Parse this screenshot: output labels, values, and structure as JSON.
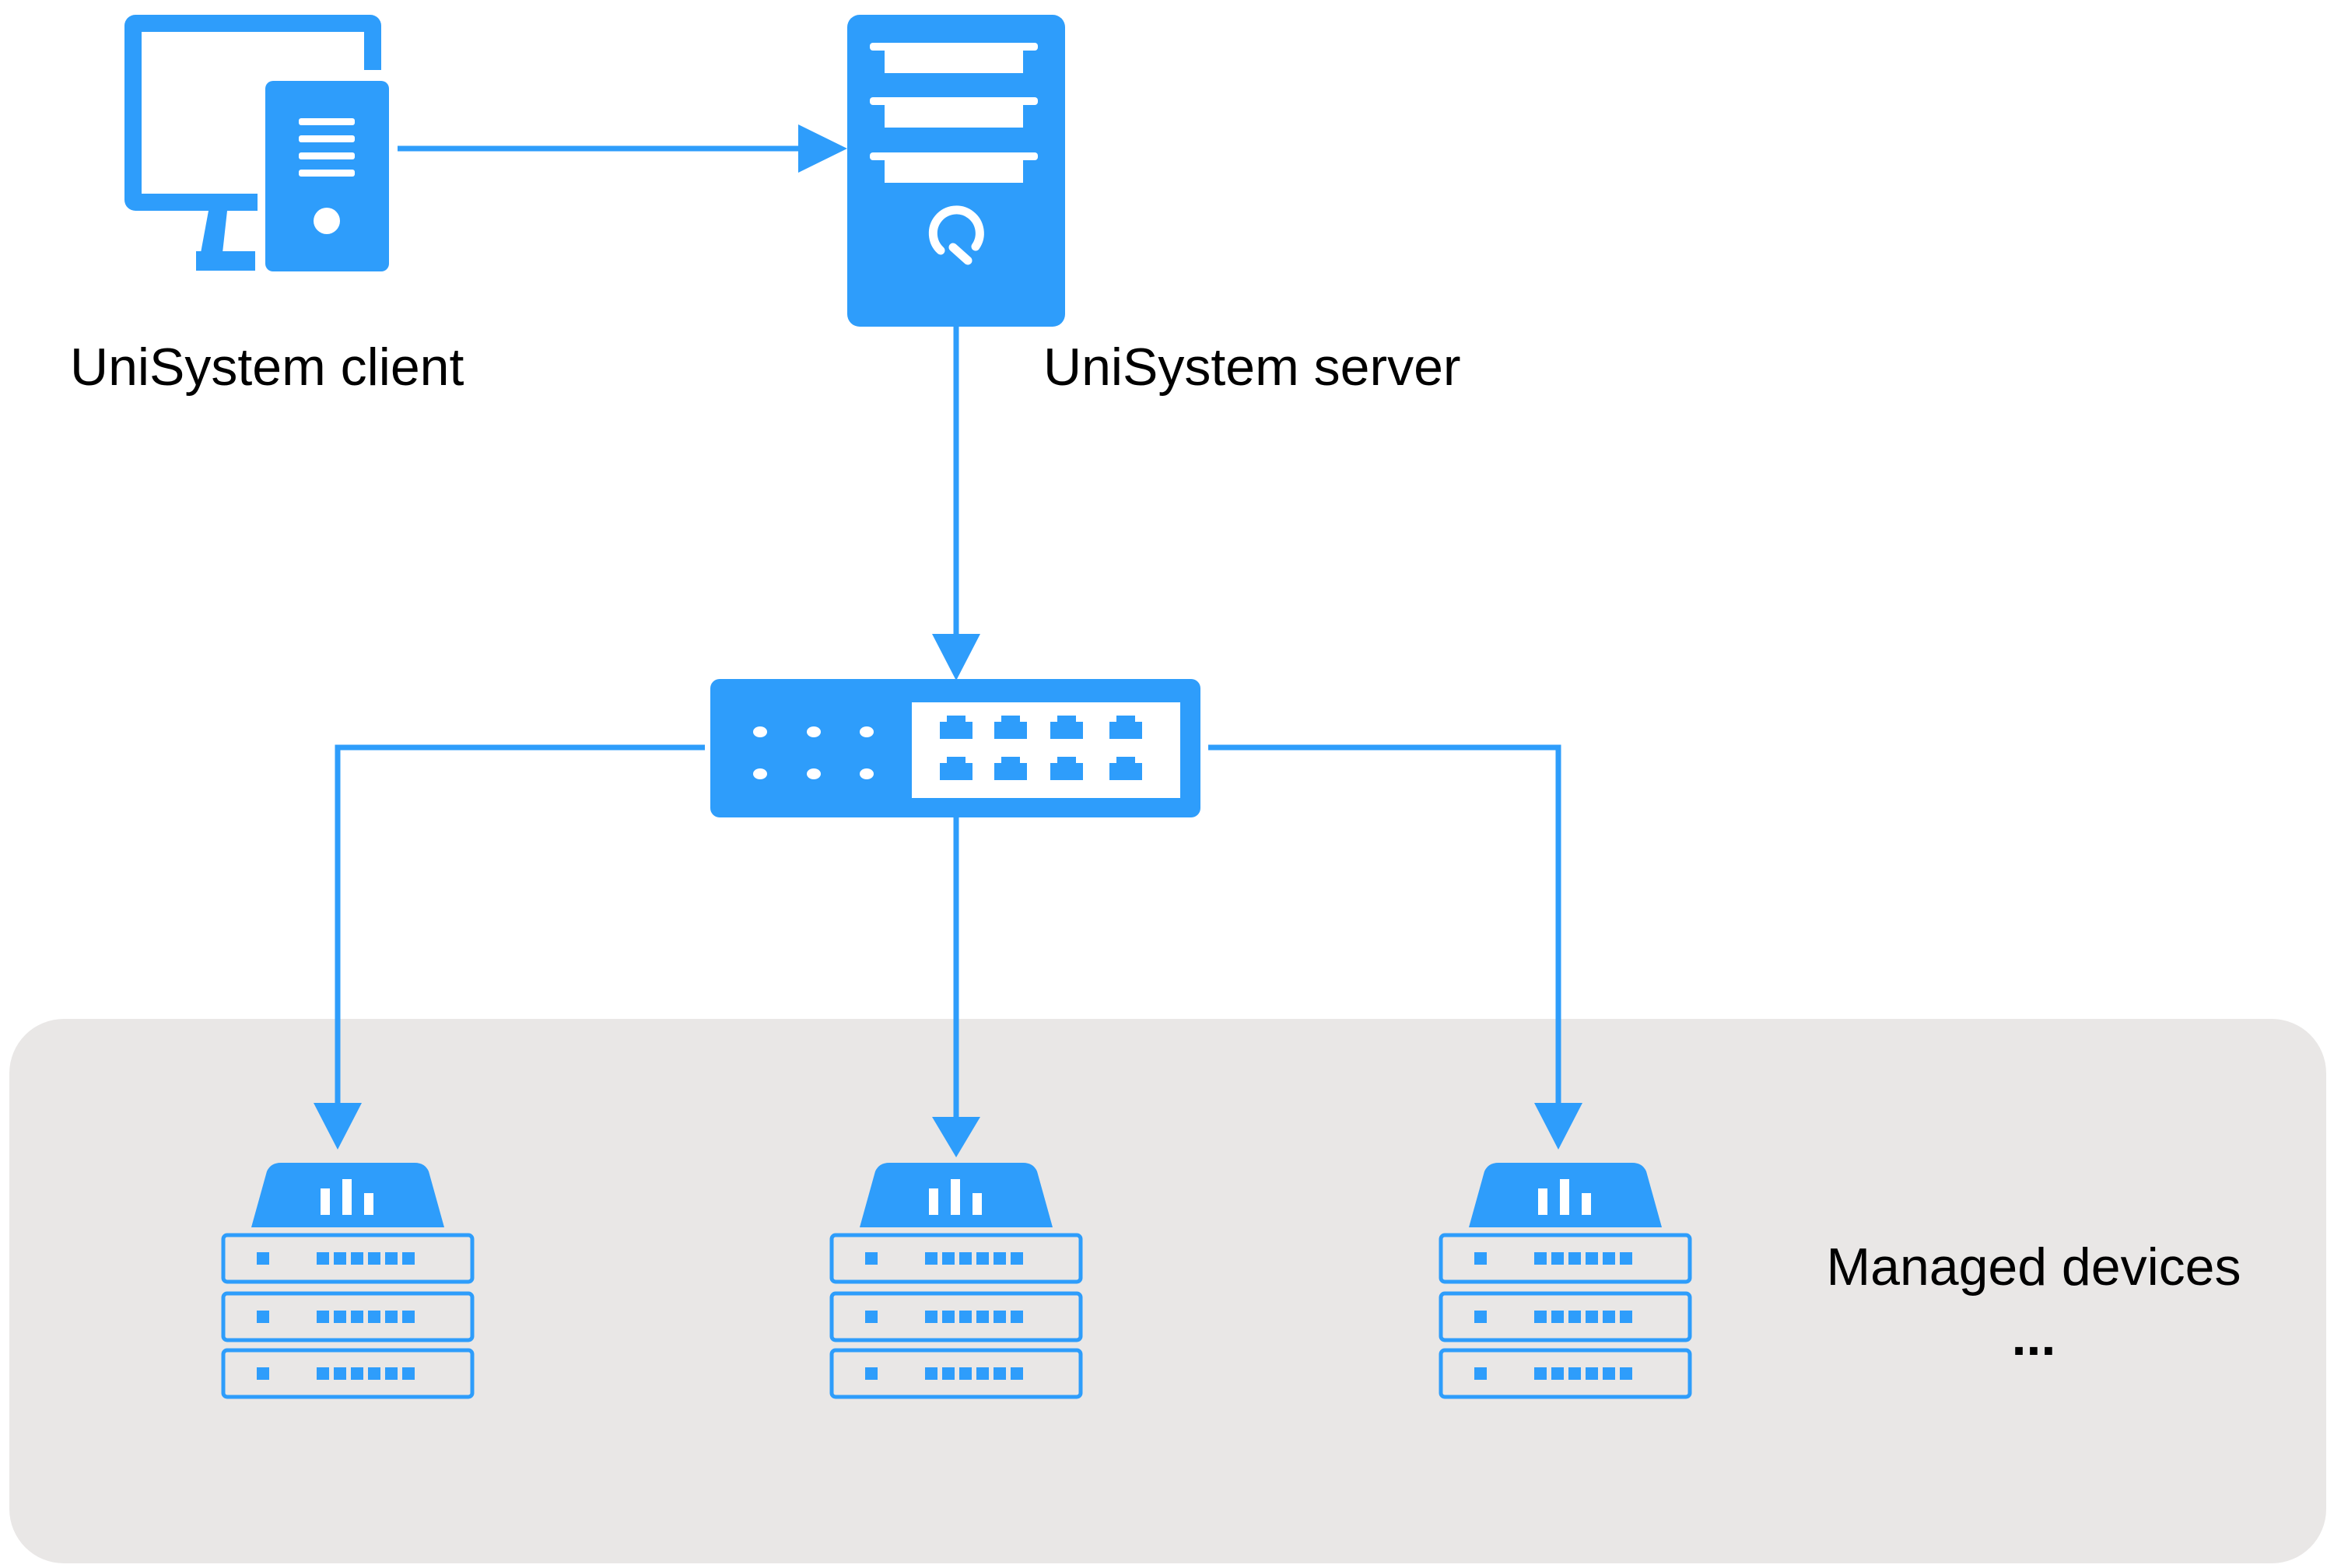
{
  "labels": {
    "client": "UniSystem client",
    "server": "UniSystem server",
    "managed_devices": "Managed devices",
    "ellipsis": "..."
  },
  "colors": {
    "accent": "#2E9DFB",
    "region_fill": "#E9E7E6",
    "text": "#000000",
    "background": "#FFFFFF"
  },
  "icons": {
    "client": "desktop-computer-icon",
    "server": "server-tower-icon",
    "switch": "network-switch-icon",
    "device": "rack-device-icon"
  },
  "managed_device_count": 3
}
